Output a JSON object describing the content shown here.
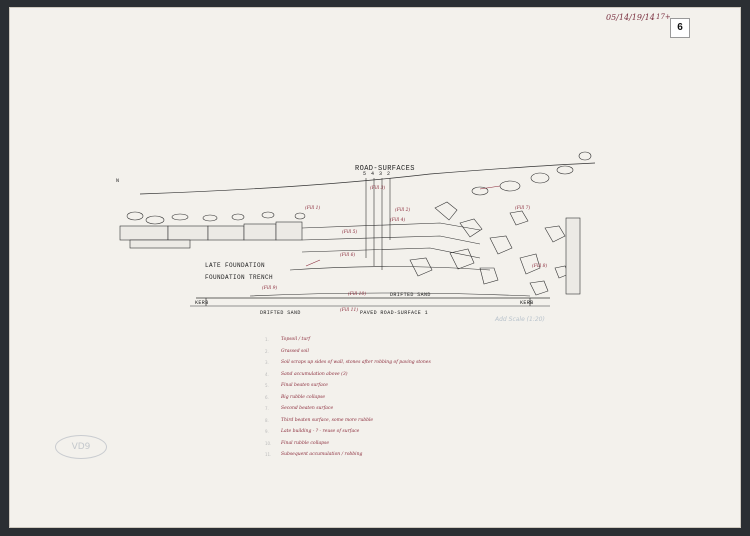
{
  "sheet": {
    "ref": "05/14/19/14",
    "ref_suffix": "17+",
    "sheet_number": "6",
    "stamp": "VD9"
  },
  "drawing": {
    "road_surfaces": "ROAD-SURFACES",
    "surface_numbers": [
      "5",
      "4",
      "3",
      "2"
    ],
    "late_foundation": "LATE FOUNDATION",
    "foundation_trench": "FOUNDATION TRENCH",
    "kerb_left": "KERB",
    "kerb_right": "KERB",
    "drifted_sand_left": "DRIFTED SAND",
    "drifted_sand_right": "DRIFTED SAND",
    "paved_road": "PAVED ROAD-SURFACE 1",
    "north": "N"
  },
  "annotations": {
    "add_scale": "Add Scale (1:20)",
    "fill_labels": [
      "(Fill 1)",
      "(Fill 2)",
      "(Fill 3)",
      "(Fill 4)",
      "(Fill 5)",
      "(Fill 6)",
      "(Fill 7)",
      "(Fill 8)",
      "(Fill 9)",
      "(Fill 10)",
      "(Fill 11)"
    ]
  },
  "legend": [
    {
      "n": "1.",
      "text": "Topsoil / turf"
    },
    {
      "n": "2.",
      "text": "Grassed soil"
    },
    {
      "n": "3.",
      "text": "Soil scraps up sides of wall, stones after robbing of paving stones"
    },
    {
      "n": "4.",
      "text": "Sand accumulation above (3)"
    },
    {
      "n": "5.",
      "text": "Final beaten surface"
    },
    {
      "n": "6.",
      "text": "Big rubble collapse"
    },
    {
      "n": "7.",
      "text": "Second beaten surface"
    },
    {
      "n": "8.",
      "text": "Third beaten surface, some more rubble"
    },
    {
      "n": "9.",
      "text": "Late building - ? - reuse of surface"
    },
    {
      "n": "10.",
      "text": "Final rubble collapse"
    },
    {
      "n": "11.",
      "text": "Subsequent accumulation / robbing"
    }
  ],
  "colors": {
    "ink": "#2a2a2a",
    "red_ink": "#8a2a3a",
    "pencil": "#b9c3cc",
    "paper": "#f3f1ec",
    "backdrop": "#2b2f33"
  }
}
